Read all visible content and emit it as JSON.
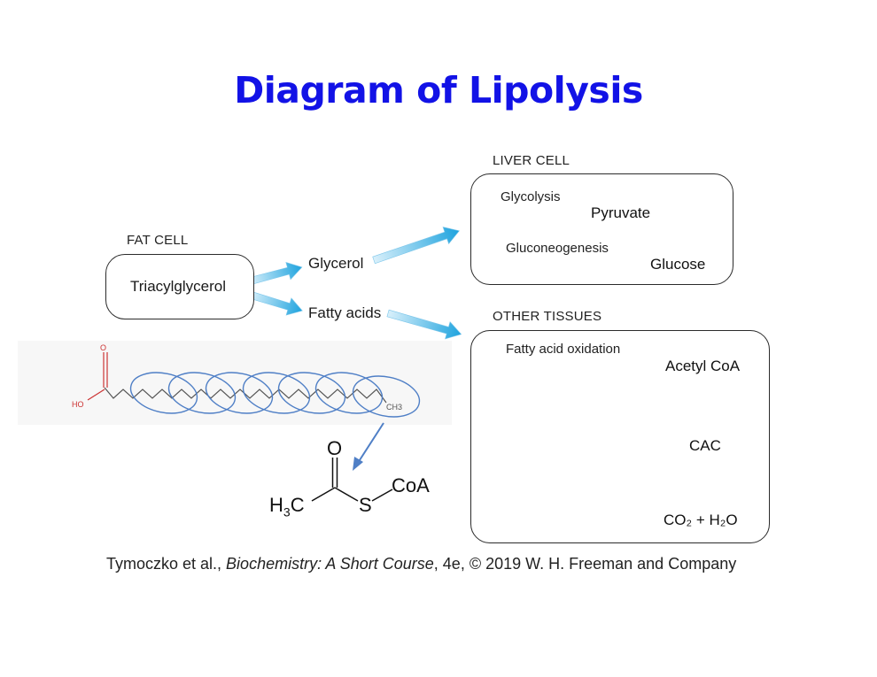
{
  "title": "Diagram of Lipolysis",
  "fat_cell": {
    "heading": "FAT CELL",
    "substrate": "Triacylglycerol",
    "product_1": "Glycerol",
    "product_2": "Fatty acids"
  },
  "liver_cell": {
    "heading": "LIVER CELL",
    "pathway_1": {
      "process": "Glycolysis",
      "product": "Pyruvate"
    },
    "pathway_2": {
      "process": "Gluconeogenesis",
      "product": "Glucose"
    }
  },
  "other_tissues": {
    "heading": "OTHER TISSUES",
    "process": "Fatty acid oxidation",
    "product": "Acetyl CoA",
    "cycle": "CAC",
    "end_products": "CO₂ + H₂O"
  },
  "fatty_acid_structure": {
    "hydroxyl_label": "HO",
    "carbonyl_o_label": "O",
    "methyl_label": "CH3"
  },
  "acetyl_coa_structure": {
    "oxygen": "O",
    "sulfur": "S",
    "coa": "CoA",
    "methyl": "H3C"
  },
  "citation": {
    "authors": "Tymoczko et al., ",
    "book": "Biochemistry: A Short Course",
    "rest": ", 4e, © 2019 W. H. Freeman and Company"
  },
  "colors": {
    "title": "#1212e6",
    "arrow_fill": "#29a8e0",
    "ellipse_stroke": "#4f7fc6",
    "structure_red": "#cc3333"
  }
}
